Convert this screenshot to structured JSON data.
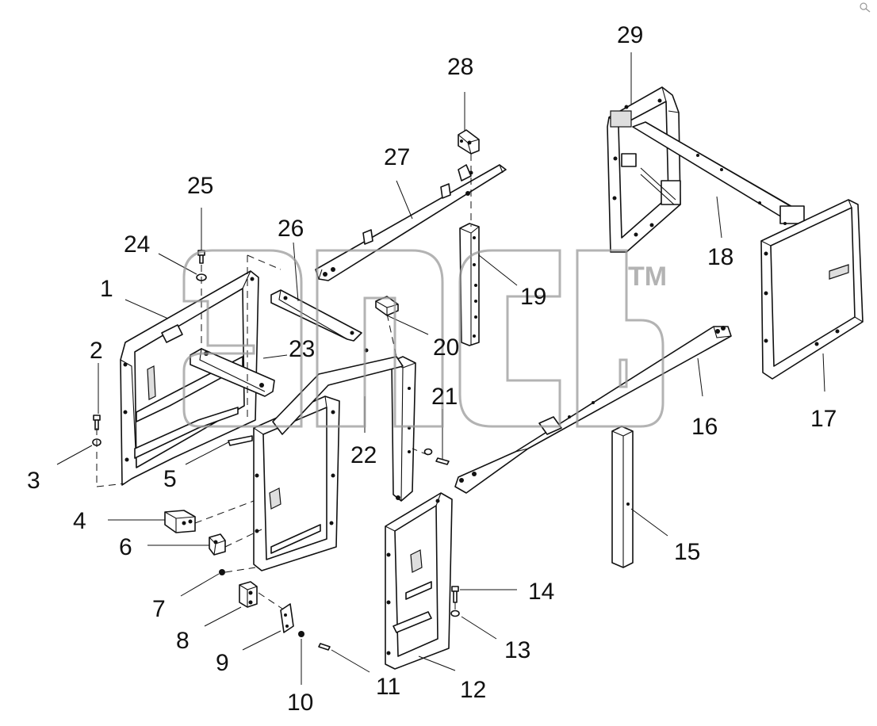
{
  "callouts": [
    "1",
    "2",
    "3",
    "4",
    "5",
    "6",
    "7",
    "8",
    "9",
    "10",
    "11",
    "12",
    "13",
    "14",
    "15",
    "16",
    "17",
    "18",
    "19",
    "20",
    "21",
    "22",
    "23",
    "24",
    "25",
    "26",
    "27",
    "28",
    "29"
  ],
  "watermark": {
    "trademark": "TM"
  }
}
